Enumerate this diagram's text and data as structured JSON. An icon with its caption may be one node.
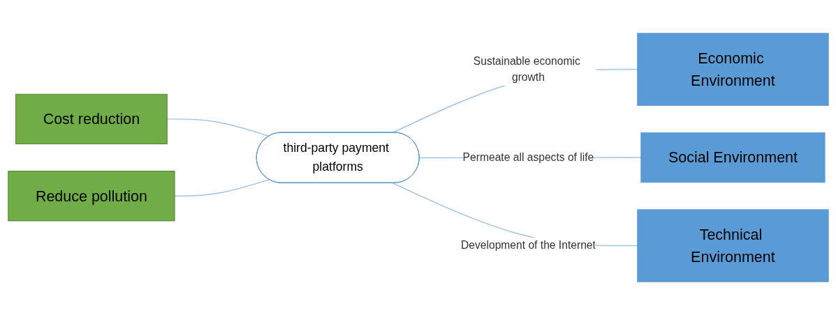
{
  "diagram": {
    "nodes": [
      {
        "text": [
          "Cost reduction"
        ]
      },
      {
        "text": [
          "Reduce pollution"
        ]
      },
      {
        "text": [
          "third-party payment platforms"
        ]
      },
      {
        "text": [
          "Economic Environment"
        ]
      },
      {
        "text": [
          "Social Environment"
        ]
      },
      {
        "text": [
          "Technical Environment"
        ]
      }
    ],
    "edges": [
      {
        "from": 0,
        "to": 2,
        "arrow": "none"
      },
      {
        "from": 1,
        "to": 2,
        "arrow": "none"
      },
      {
        "from": 2,
        "to": 3,
        "arrow": "none",
        "label": "Sustainable economic growth"
      },
      {
        "from": 2,
        "to": 4,
        "arrow": "none",
        "label": "Permeate all aspects of life"
      },
      {
        "from": 2,
        "to": 5,
        "arrow": "none",
        "label": "Development of the Internet"
      }
    ]
  }
}
